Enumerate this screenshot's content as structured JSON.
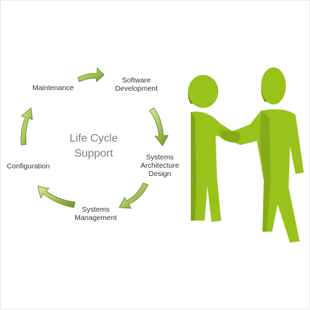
{
  "diagram": {
    "center": "Life Cycle\nSupport",
    "stages": [
      "Software\nDevelopment",
      "Systems\nArchitecture\nDesign",
      "Systems\nManagement",
      "Configuration",
      "Maintenance"
    ]
  },
  "colors": {
    "arrow_light": "#c9df8a",
    "arrow_dark": "#6f8f2c",
    "figure": "#99c21b",
    "figure_shade": "#6e8e12",
    "text": "#333333",
    "title": "#7f7f7f"
  },
  "icons": [
    "cycle-arrow-icon",
    "handshake-figures-icon"
  ]
}
